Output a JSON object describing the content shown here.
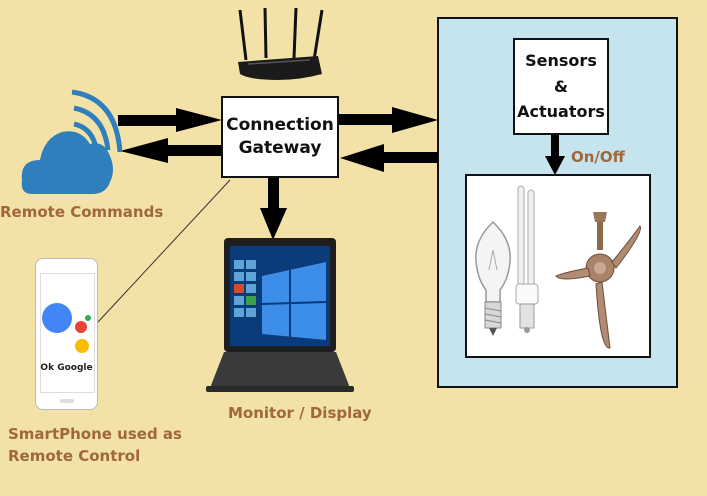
{
  "gateway": {
    "line1": "Connection",
    "line2": "Gateway"
  },
  "sensors": {
    "line1": "Sensors",
    "line2": "&",
    "line3": "Actuators"
  },
  "onoff_label": "On/Off",
  "cloud_label": "Remote Commands",
  "laptop_label": "Monitor / Display",
  "phone": {
    "screen_text": "Ok Google",
    "label_line1": "SmartPhone used as",
    "label_line2": "Remote Control"
  },
  "colors": {
    "background": "#f2e2a8",
    "panel": "#c5e4ee",
    "label": "#a0663c",
    "cloud": "#2f7fbd"
  },
  "icons": [
    "router-icon",
    "cloud-wifi-icon",
    "laptop-icon",
    "smartphone-icon",
    "google-assistant-icon",
    "bulb-icon",
    "cfl-bulb-icon",
    "ceiling-fan-icon"
  ]
}
